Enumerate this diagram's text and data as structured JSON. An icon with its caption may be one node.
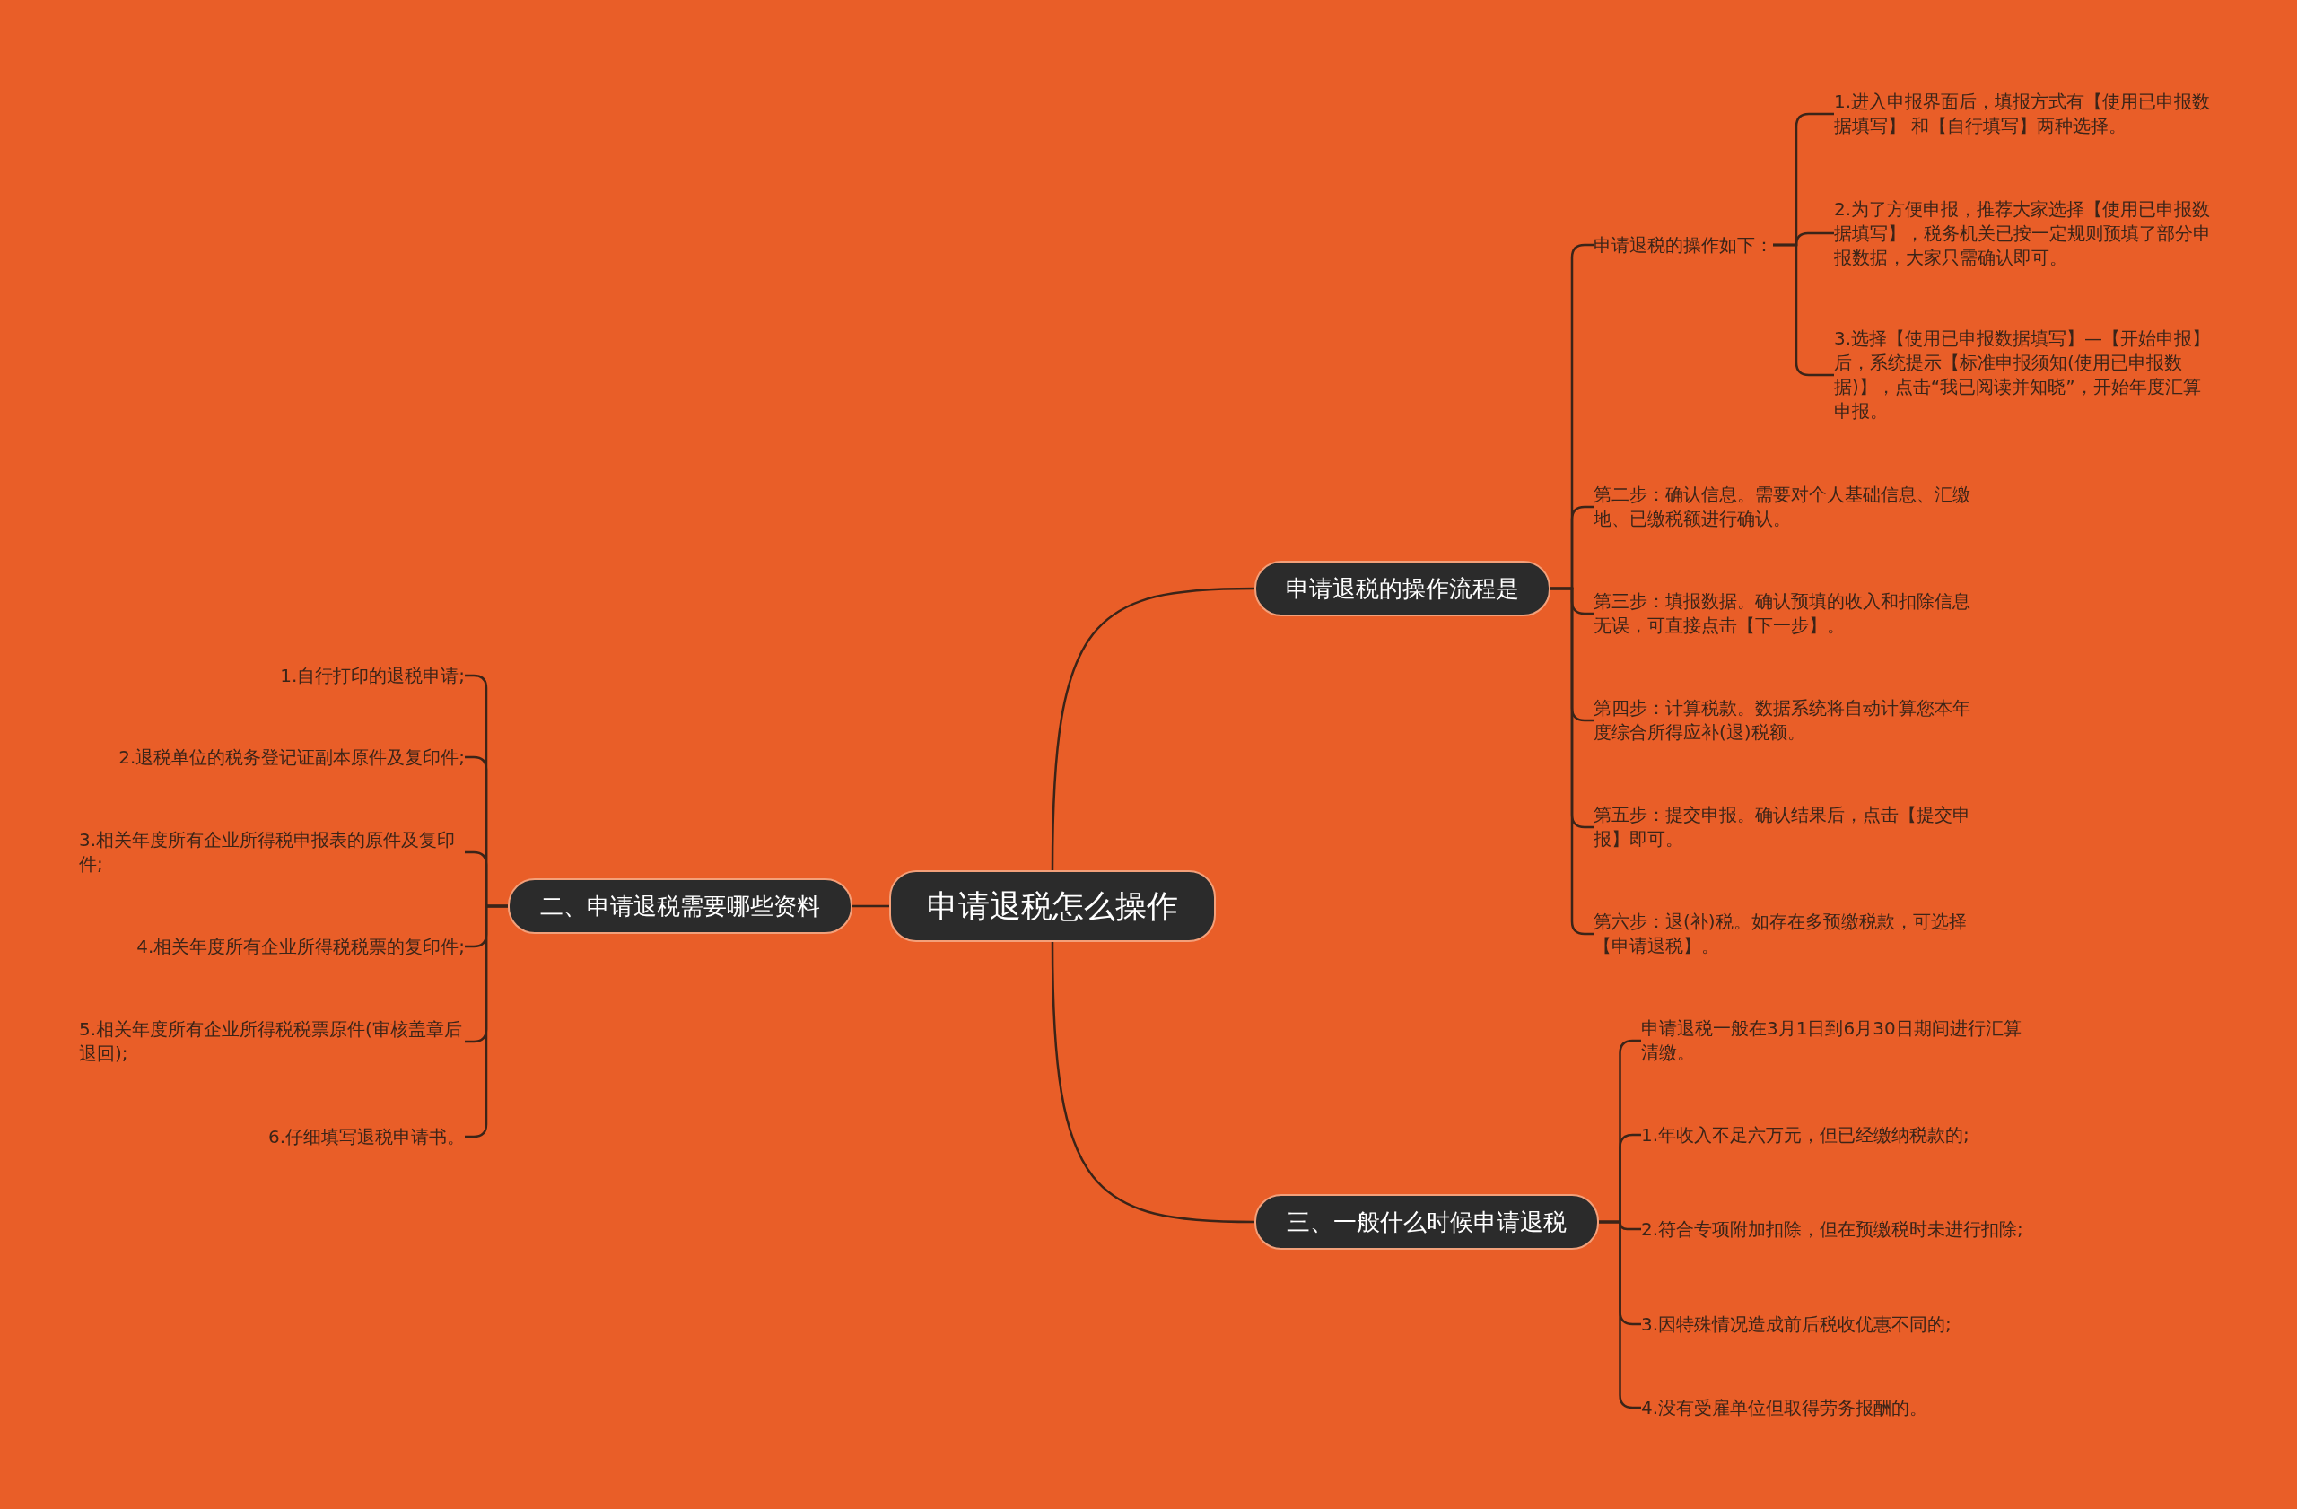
{
  "diagram": {
    "nodes": [
      {
        "text": [
          "申请退税怎么操作"
        ]
      },
      {
        "text": [
          "申请退税的操作流程是"
        ]
      },
      {
        "text": [
          "申请退税的操作如下："
        ]
      },
      {
        "text": [
          "1.进入申报界面后，填报方式有【使用已申报数据填写】 和【自行填写】两种选择。"
        ]
      },
      {
        "text": [
          "2.为了方便申报，推荐大家选择【使用已申报数据填写】，税务机关已按一定规则预填了部分申报数据，大家只需确认即可。"
        ]
      },
      {
        "text": [
          "3.选择【使用已申报数据填写】—【开始申报】后，系统提示【标准申报须知(使用已申报数据)】，点击“我已阅读并知晓”，开始年度汇算申报。"
        ]
      },
      {
        "text": [
          "第二步：确认信息。需要对个人基础信息、汇缴地、已缴税额进行确认。"
        ]
      },
      {
        "text": [
          "第三步：填报数据。确认预填的收入和扣除信息无误，可直接点击【下一步】。"
        ]
      },
      {
        "text": [
          "第四步：计算税款。数据系统将自动计算您本年度综合所得应补(退)税额。"
        ]
      },
      {
        "text": [
          "第五步：提交申报。确认结果后，点击【提交申报】即可。"
        ]
      },
      {
        "text": [
          "第六步：退(补)税。如存在多预缴税款，可选择【申请退税】。"
        ]
      },
      {
        "text": [
          "二、申请退税需要哪些资料"
        ]
      },
      {
        "text": [
          "1.自行打印的退税申请;"
        ]
      },
      {
        "text": [
          "2.退税单位的税务登记证副本原件及复印件;"
        ]
      },
      {
        "text": [
          "3.相关年度所有企业所得税申报表的原件及复印件;"
        ]
      },
      {
        "text": [
          "4.相关年度所有企业所得税税票的复印件;"
        ]
      },
      {
        "text": [
          "5.相关年度所有企业所得税税票原件(审核盖章后退回);"
        ]
      },
      {
        "text": [
          "6.仔细填写退税申请书。"
        ]
      },
      {
        "text": [
          "三、一般什么时候申请退税"
        ]
      },
      {
        "text": [
          "申请退税一般在3月1日到6月30日期间进行汇算清缴。"
        ]
      },
      {
        "text": [
          "1.年收入不足六万元，但已经缴纳税款的;"
        ]
      },
      {
        "text": [
          "2.符合专项附加扣除，但在预缴税时未进行扣除;"
        ]
      },
      {
        "text": [
          "3.因特殊情况造成前后税收优惠不同的;"
        ]
      },
      {
        "text": [
          "4.没有受雇单位但取得劳务报酬的。"
        ]
      }
    ],
    "edges": [
      {
        "from": 0,
        "to": 1,
        "arrow": "none"
      },
      {
        "from": 1,
        "to": 2,
        "arrow": "none"
      },
      {
        "from": 2,
        "to": 3,
        "arrow": "none"
      },
      {
        "from": 2,
        "to": 4,
        "arrow": "none"
      },
      {
        "from": 2,
        "to": 5,
        "arrow": "none"
      },
      {
        "from": 1,
        "to": 6,
        "arrow": "none"
      },
      {
        "from": 1,
        "to": 7,
        "arrow": "none"
      },
      {
        "from": 1,
        "to": 8,
        "arrow": "none"
      },
      {
        "from": 1,
        "to": 9,
        "arrow": "none"
      },
      {
        "from": 1,
        "to": 10,
        "arrow": "none"
      },
      {
        "from": 0,
        "to": 11,
        "arrow": "none"
      },
      {
        "from": 11,
        "to": 12,
        "arrow": "none"
      },
      {
        "from": 11,
        "to": 13,
        "arrow": "none"
      },
      {
        "from": 11,
        "to": 14,
        "arrow": "none"
      },
      {
        "from": 11,
        "to": 15,
        "arrow": "none"
      },
      {
        "from": 11,
        "to": 16,
        "arrow": "none"
      },
      {
        "from": 11,
        "to": 17,
        "arrow": "none"
      },
      {
        "from": 0,
        "to": 18,
        "arrow": "none"
      },
      {
        "from": 18,
        "to": 19,
        "arrow": "none"
      },
      {
        "from": 18,
        "to": 20,
        "arrow": "none"
      },
      {
        "from": 18,
        "to": 21,
        "arrow": "none"
      },
      {
        "from": 18,
        "to": 22,
        "arrow": "none"
      },
      {
        "from": 18,
        "to": 23,
        "arrow": "none"
      }
    ]
  }
}
